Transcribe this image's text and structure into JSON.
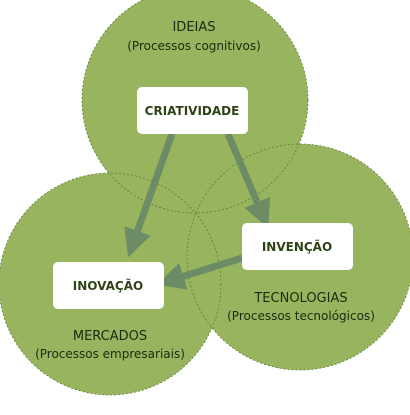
{
  "circles": {
    "ideias": {
      "title": "IDEIAS",
      "subtitle": "(Processos cognitivos)"
    },
    "tecnologias": {
      "title": "TECNOLOGIAS",
      "subtitle": "(Processos tecnológicos)"
    },
    "mercados": {
      "title": "MERCADOS",
      "subtitle": "(Processos empresariais)"
    }
  },
  "boxes": {
    "criatividade": "CRIATIVIDADE",
    "invencao": "INVENÇÃO",
    "inovacao": "INOVAÇÃO"
  },
  "colors": {
    "circle_fill": "#99b45e",
    "circle_outline": "#5f7a35",
    "arrow": "#6c8c66",
    "box_fill": "#ffffff",
    "box_text": "#2e4317"
  }
}
